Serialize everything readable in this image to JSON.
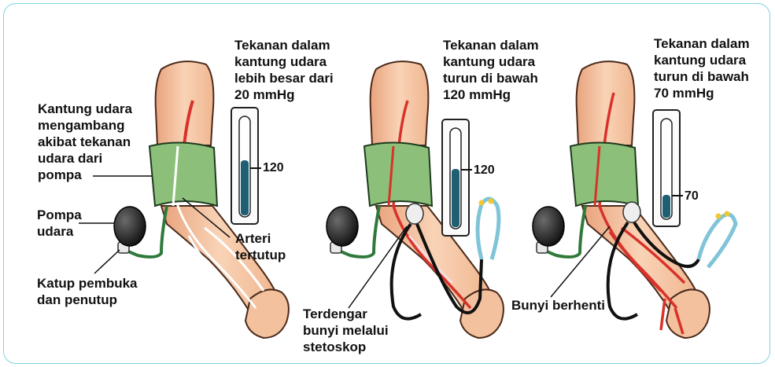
{
  "panel1": {
    "pressure_title": "Tekanan dalam\nkantung udara\nlebih besar dari\n20 mmHg",
    "gauge_value": "120",
    "cuff_label": "Kantung udara\nmengambang\nakibat tekanan\nudara dari\npompa",
    "pump_label": "Pompa\nudara",
    "valve_label": "Katup pembuka\ndan penutup",
    "artery_label": "Arteri\ntertutup"
  },
  "panel2": {
    "pressure_title": "Tekanan dalam\nkantung udara\nturun di bawah\n120 mmHg",
    "gauge_value": "120",
    "sound_label": "Terdengar\nbunyi melalui\nstetoskop"
  },
  "panel3": {
    "pressure_title": "Tekanan dalam\nkantung udara\nturun di bawah\n70 mmHg",
    "gauge_value": "70",
    "sound_label": "Bunyi berhenti"
  },
  "colors": {
    "skin": "#f6c8a8",
    "skin_shadow": "#e9a37d",
    "cuff": "#8cc07a",
    "artery": "#d8322a",
    "tube_green": "#2f7a3b",
    "mercury": "#1e5f73",
    "stethoscope": "#7fc4d8"
  }
}
